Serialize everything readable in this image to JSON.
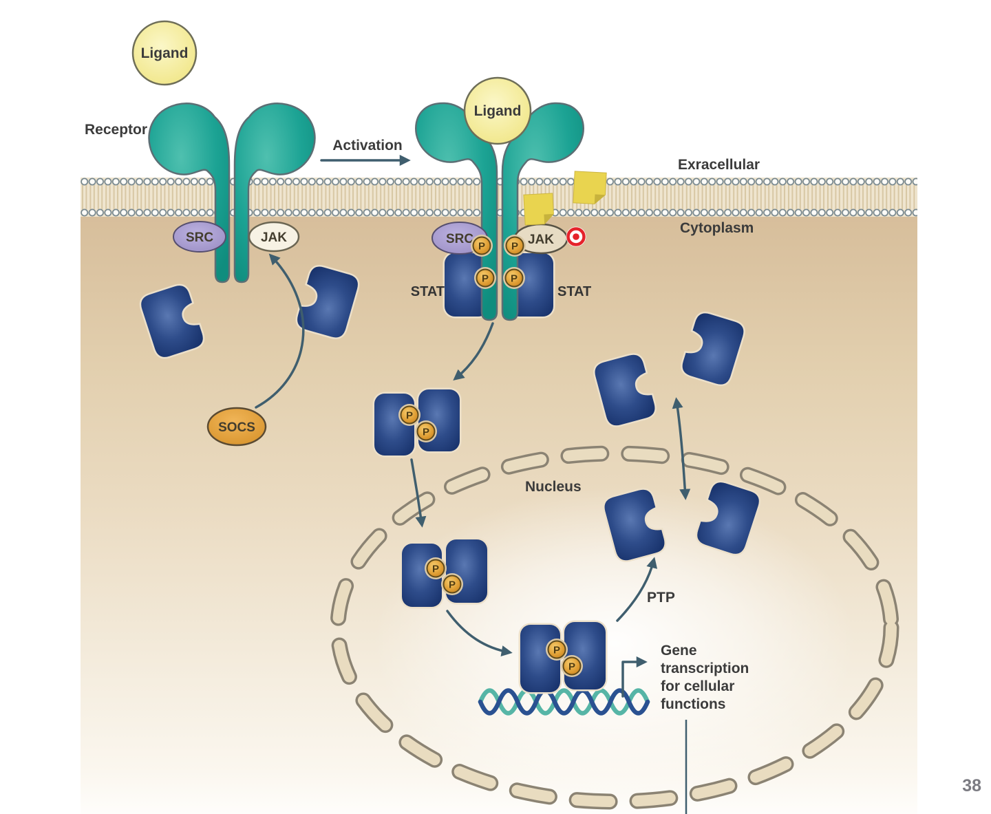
{
  "diagram": {
    "labels": {
      "ligand": "Ligand",
      "receptor": "Receptor",
      "activation": "Activation",
      "extracellular": "Exracellular",
      "cytoplasm": "Cytoplasm",
      "src": "SRC",
      "jak": "JAK",
      "stat": "STAT",
      "socs": "SOCS",
      "nucleus": "Nucleus",
      "ptp": "PTP",
      "phosphate": "P",
      "gene_transcription_lines": [
        "Gene",
        "transcription",
        "for cellular",
        "functions"
      ]
    },
    "colors": {
      "receptor_teal": "#1ca394",
      "stat_blue": "#2e4c8a",
      "phosphate_gold": "#e0a036",
      "socs_orange": "#e2a23e",
      "src_purple": "#a89ccd",
      "jak_cream": "#f7f2e4",
      "ligand_yellow": "#f2e88e",
      "membrane_band": "#efe5cf",
      "cytoplasm_tan": "#ddc7a5",
      "nuclear_envelope_tan": "#e9dcc0",
      "arrow_slate": "#3f5e6e",
      "annotation_red": "#e5232b",
      "sticky_note_yellow": "#e9d44f"
    }
  },
  "page": {
    "number": "38"
  }
}
